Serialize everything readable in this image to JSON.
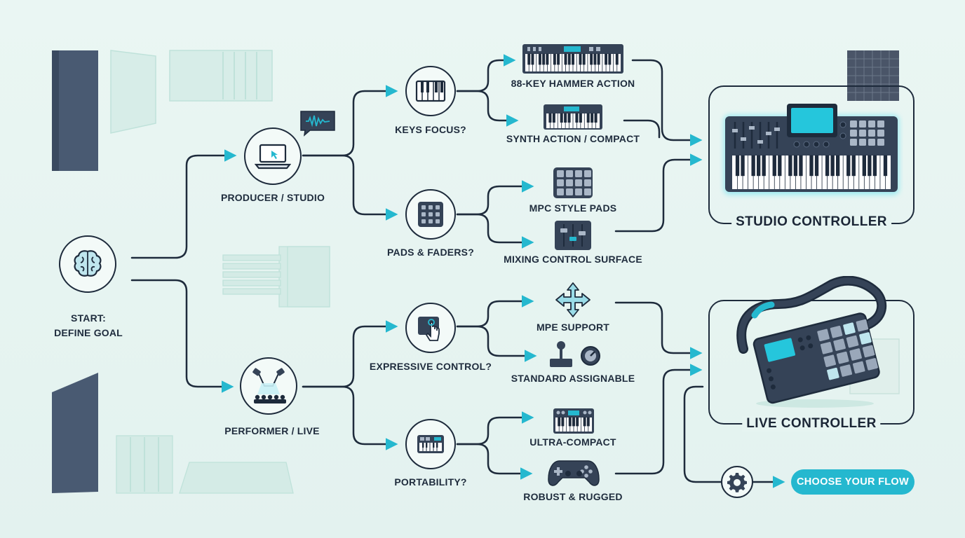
{
  "nodes": {
    "start": "START:",
    "start_sub": "DEFINE GOAL",
    "producer": "PRODUCER / STUDIO",
    "performer": "PERFORMER / LIVE",
    "keys_focus": "KEYS FOCUS?",
    "pads_faders": "PADS & FADERS?",
    "expressive": "EXPRESSIVE CONTROL?",
    "portability": "PORTABILITY?"
  },
  "options": {
    "hammer": "88-KEY HAMMER ACTION",
    "synth": "SYNTH ACTION / COMPACT",
    "mpc": "MPC STYLE PADS",
    "mixing": "MIXING CONTROL SURFACE",
    "mpe": "MPE SUPPORT",
    "assignable": "STANDARD ASSIGNABLE",
    "ultra": "ULTRA-COMPACT",
    "rugged": "ROBUST & RUGGED"
  },
  "outcomes": {
    "studio": "STUDIO CONTROLLER",
    "live": "LIVE CONTROLLER"
  },
  "cta": {
    "label": "CHOOSE YOUR FLOW"
  },
  "colors": {
    "line": "#1e2b3c",
    "accent": "#25b8cf",
    "background": "#e8f5f2",
    "device": "#3a4658"
  },
  "icons": [
    "brain-icon",
    "laptop-icon",
    "stage-lights-icon",
    "piano-keys-icon",
    "pad-grid-icon",
    "touch-pad-icon",
    "mini-keyboard-icon",
    "keyboard-88-icon",
    "keyboard-compact-icon",
    "mpc-pads-icon",
    "faders-icon",
    "mpe-arrows-icon",
    "joystick-knob-icon",
    "ultra-compact-icon",
    "gamepad-icon",
    "studio-controller-icon",
    "live-controller-icon",
    "gear-icon",
    "arrow-right-icon",
    "speech-waveform-icon"
  ]
}
